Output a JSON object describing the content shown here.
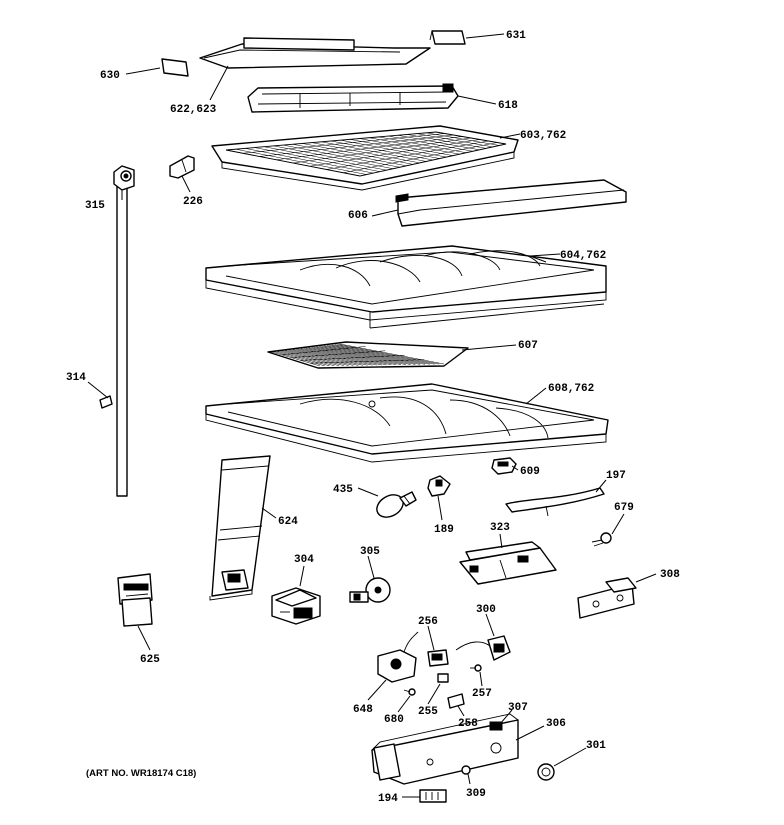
{
  "labels": {
    "p631": "631",
    "p630": "630",
    "p622": "622,623",
    "p618": "618",
    "p603": "603,762",
    "p315": "315",
    "p226": "226",
    "p606": "606",
    "p604": "604,762",
    "p607": "607",
    "p314": "314",
    "p608": "608,762",
    "p609": "609",
    "p197": "197",
    "p435": "435",
    "p189": "189",
    "p679": "679",
    "p624": "624",
    "p323": "323",
    "p304": "304",
    "p305": "305",
    "p308": "308",
    "p625": "625",
    "p256": "256",
    "p300": "300",
    "p257": "257",
    "p648": "648",
    "p680": "680",
    "p255": "255",
    "p258": "258",
    "p307": "307",
    "p306": "306",
    "p301": "301",
    "p194": "194",
    "p309": "309"
  },
  "art_number": "(ART NO. WR18174 C18)"
}
